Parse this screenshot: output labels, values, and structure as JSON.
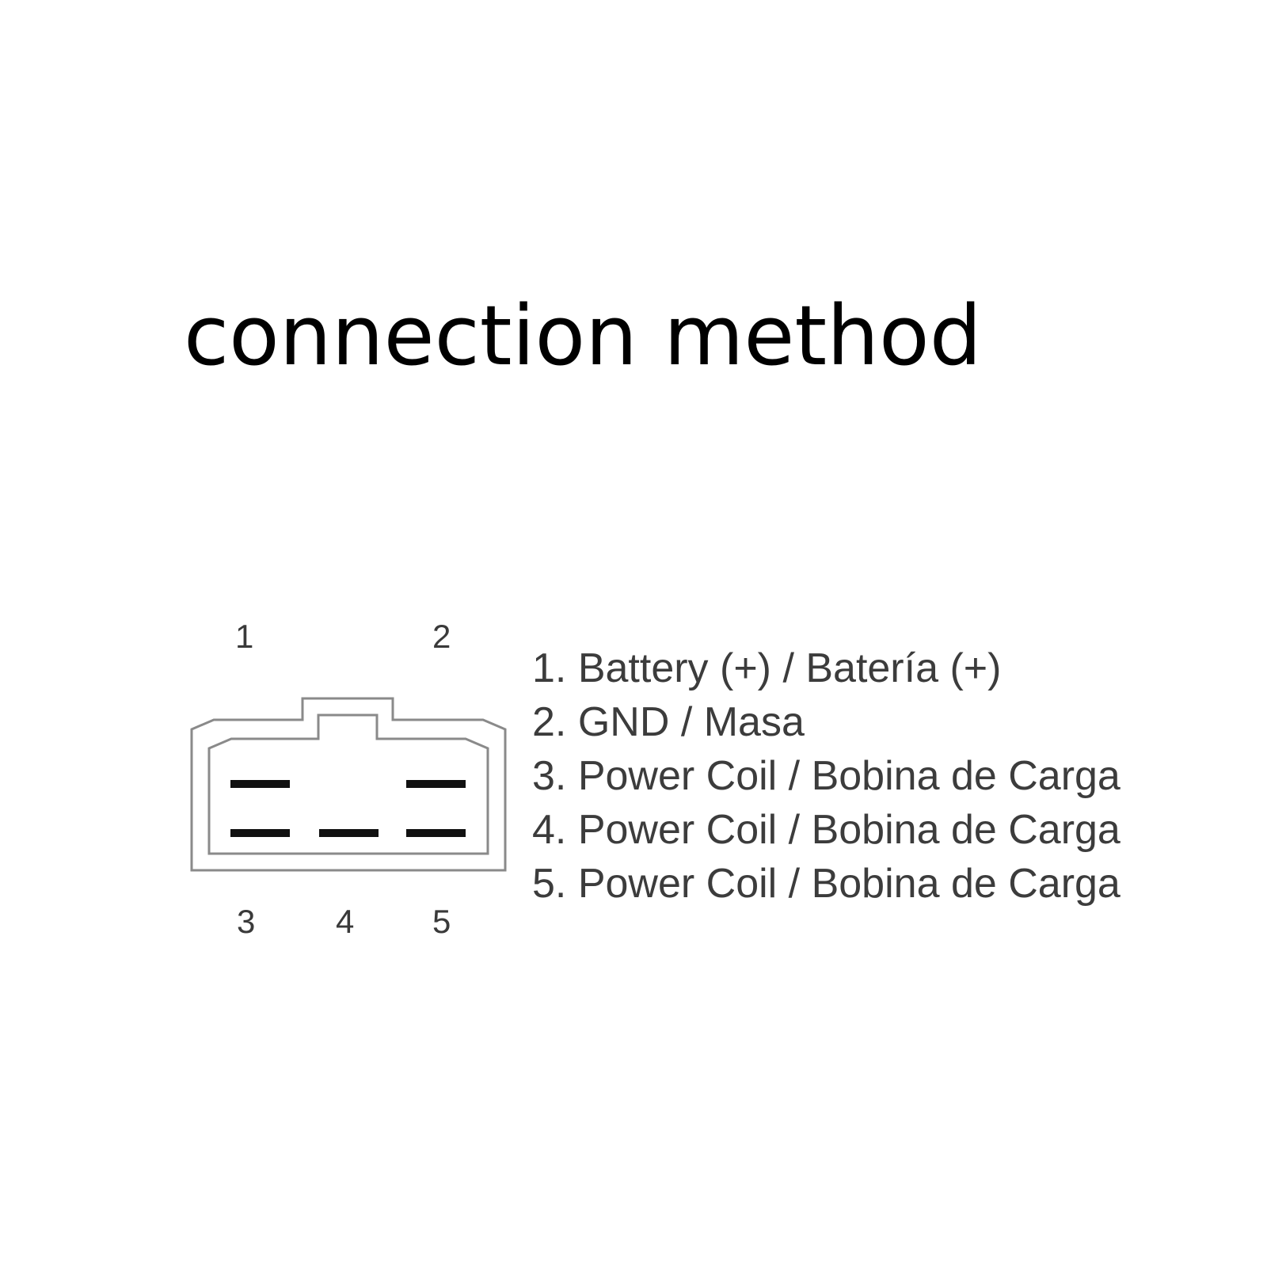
{
  "title": "connection method",
  "connector": {
    "top_pins": [
      "1",
      "2"
    ],
    "bottom_pins": [
      "3",
      "4",
      "5"
    ],
    "outline_color": "#8a8a8a",
    "terminal_color": "#111111"
  },
  "legend": [
    "1. Battery (+) / Batería (+)",
    "2. GND / Masa",
    "3. Power Coil / Bobina de Carga",
    "4. Power Coil / Bobina de Carga",
    "5. Power Coil / Bobina de Carga"
  ]
}
